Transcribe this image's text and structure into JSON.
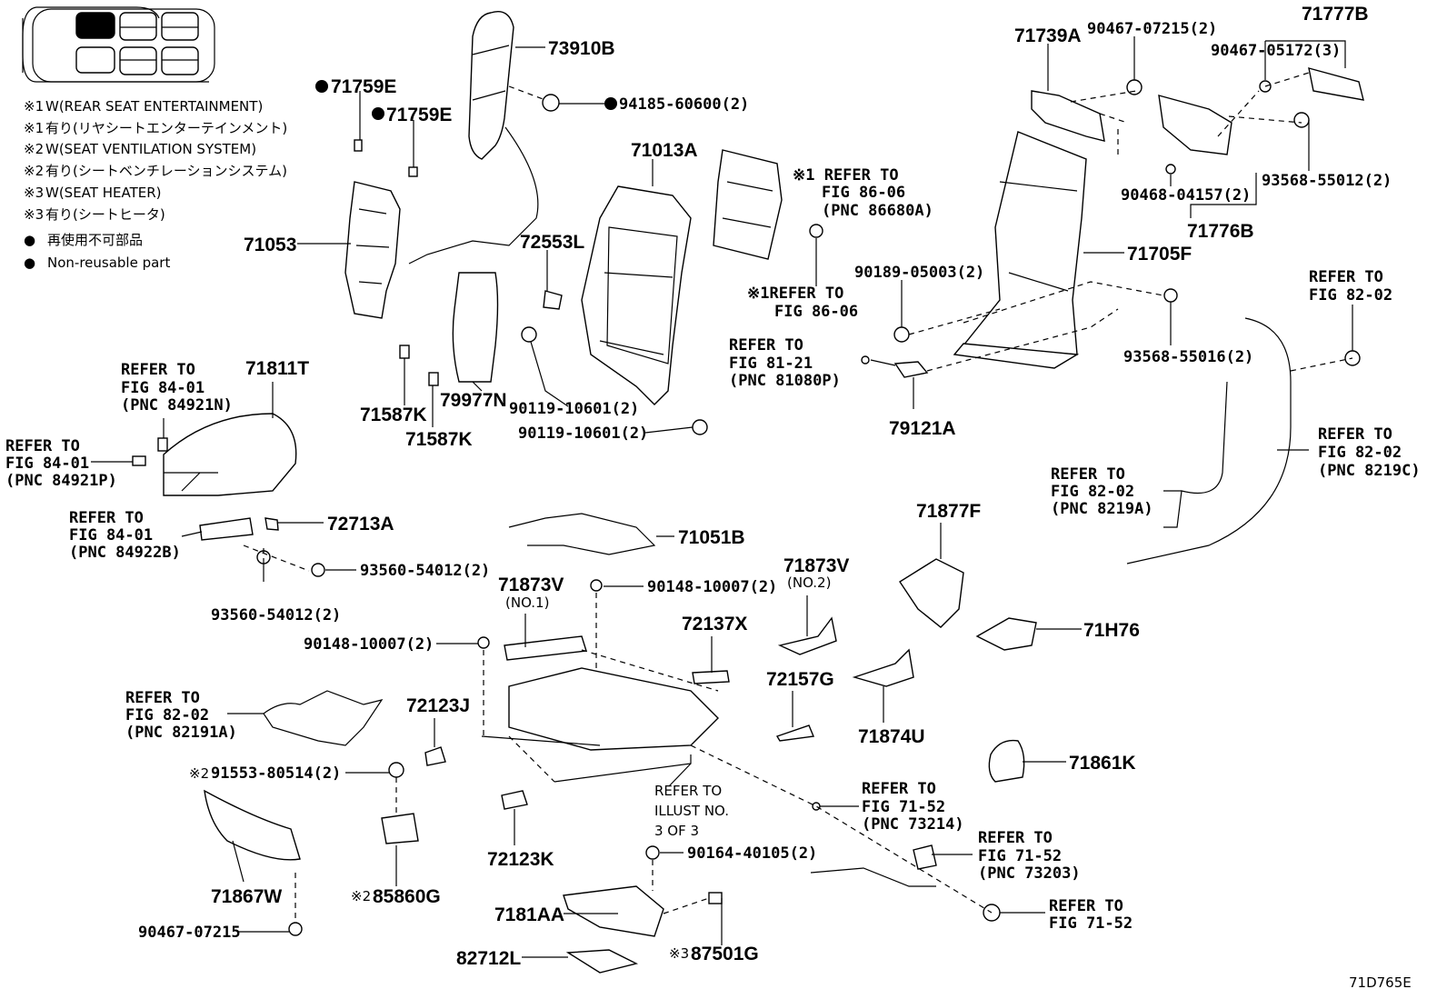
{
  "legend": [
    {
      "mark": "※1",
      "text": "W(REAR SEAT ENTERTAINMENT)"
    },
    {
      "mark": "※1",
      "text": "有り(リヤシートエンターテインメント)"
    },
    {
      "mark": "※2",
      "text": "W(SEAT VENTILATION SYSTEM)"
    },
    {
      "mark": "※2",
      "text": "有り(シートベンチレーションシステム)"
    },
    {
      "mark": "※3",
      "text": "W(SEAT HEATER)"
    },
    {
      "mark": "※3",
      "text": "有り(シートヒータ)"
    },
    {
      "mark": "●",
      "text": "再使用不可部品"
    },
    {
      "mark": "●",
      "text": "Non-reusable part"
    }
  ],
  "parts": {
    "p73910B": "73910B",
    "p71759E_a": "71759E",
    "p71759E_b": "71759E",
    "p94185": "94185-60600(2)",
    "p71053": "71053",
    "p71013A": "71013A",
    "p72553L": "72553L",
    "p79977N": "79977N",
    "p71587K_a": "71587K",
    "p71587K_b": "71587K",
    "p90119_a": "90119-10601(2)",
    "p90119_b": "90119-10601(2)",
    "p71739A": "71739A",
    "p90467_07215_2": "90467-07215(2)",
    "p71777B": "71777B",
    "p90467_05172": "90467-05172(3)",
    "p93568_55012": "93568-55012(2)",
    "p90468": "90468-04157(2)",
    "p71776B": "71776B",
    "p71705F": "71705F",
    "p90189": "90189-05003(2)",
    "p93568_55016": "93568-55016(2)",
    "p79121A": "79121A",
    "p71811T": "71811T",
    "p72713A": "72713A",
    "p93560_a": "93560-54012(2)",
    "p93560_b": "93560-54012(2)",
    "p71051B": "71051B",
    "p71873V_1": "71873V",
    "p71873V_1n": "(NO.1)",
    "p71873V_2": "71873V",
    "p71873V_2n": "(NO.2)",
    "p90148_a": "90148-10007(2)",
    "p90148_b": "90148-10007(2)",
    "p72137X": "72137X",
    "p72157G": "72157G",
    "p71874U": "71874U",
    "p71877F": "71877F",
    "p71H76": "71H76",
    "p71861K": "71861K",
    "p72123J": "72123J",
    "p72123K": "72123K",
    "p91553": "91553-80514(2)",
    "p85860G": "85860G",
    "p71867W": "71867W",
    "p90467_07215": "90467-07215",
    "p90164": "90164-40105(2)",
    "p7181AA": "7181AA",
    "p87501G": "87501G",
    "p82712L": "82712L"
  },
  "refs": {
    "r86_06_pnc": [
      "※1 REFER TO",
      "FIG 86-06",
      "(PNC 86680A)"
    ],
    "r86_06": [
      "※1REFER TO",
      "FIG 86-06"
    ],
    "r81_21": [
      "REFER TO",
      "FIG 81-21",
      "(PNC 81080P)"
    ],
    "r82_02_top": [
      "REFER TO",
      "FIG 82-02"
    ],
    "r82_02_C": [
      "REFER TO",
      "FIG 82-02",
      "(PNC 8219C)"
    ],
    "r82_02_A": [
      "REFER TO",
      "FIG 82-02",
      "(PNC 8219A)"
    ],
    "r84_01_N": [
      "REFER TO",
      "FIG 84-01",
      "(PNC 84921N)"
    ],
    "r84_01_P": [
      "REFER TO",
      "FIG 84-01",
      "(PNC 84921P)"
    ],
    "r84_01_B": [
      "REFER TO",
      "FIG 84-01",
      "(PNC 84922B)"
    ],
    "r82_02_191A": [
      "REFER TO",
      "FIG 82-02",
      "(PNC 82191A)"
    ],
    "r_illust": [
      "REFER TO",
      "ILLUST NO.",
      "3 OF 3"
    ],
    "r71_52_214": [
      "REFER TO",
      "FIG 71-52",
      "(PNC 73214)"
    ],
    "r71_52_203": [
      "REFER TO",
      "FIG 71-52",
      "(PNC 73203)"
    ],
    "r71_52": [
      "REFER TO",
      "FIG 71-52"
    ]
  },
  "marks": {
    "m91553": "※2",
    "m85860G": "※2",
    "m87501G": "※3"
  },
  "figure_code": "71D765E"
}
